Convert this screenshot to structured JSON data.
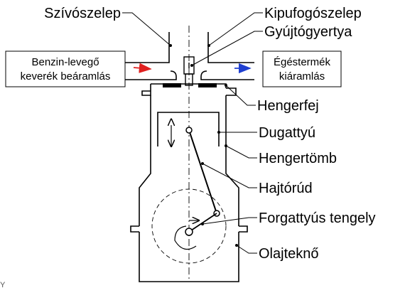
{
  "labels": {
    "intake_valve": "Szívószelep",
    "exhaust_valve": "Kipufogószelep",
    "spark_plug": "Gyújtógyertya",
    "cylinder_head": "Hengerfej",
    "piston": "Dugattyú",
    "cylinder_block": "Hengertömb",
    "connecting_rod": "Hajtórúd",
    "crankshaft": "Forgattyús tengely",
    "oil_pan": "Olajteknő"
  },
  "boxes": {
    "intake_line1": "Benzin-levegő",
    "intake_line2": "keverék beáramlás",
    "exhaust_line1": "Égéstermék",
    "exhaust_line2": "kiáramlás"
  },
  "corner_mark": "Y",
  "colors": {
    "intake_arrow": "#e0201f",
    "exhaust_arrow": "#1f3fd0",
    "line": "#000000"
  }
}
